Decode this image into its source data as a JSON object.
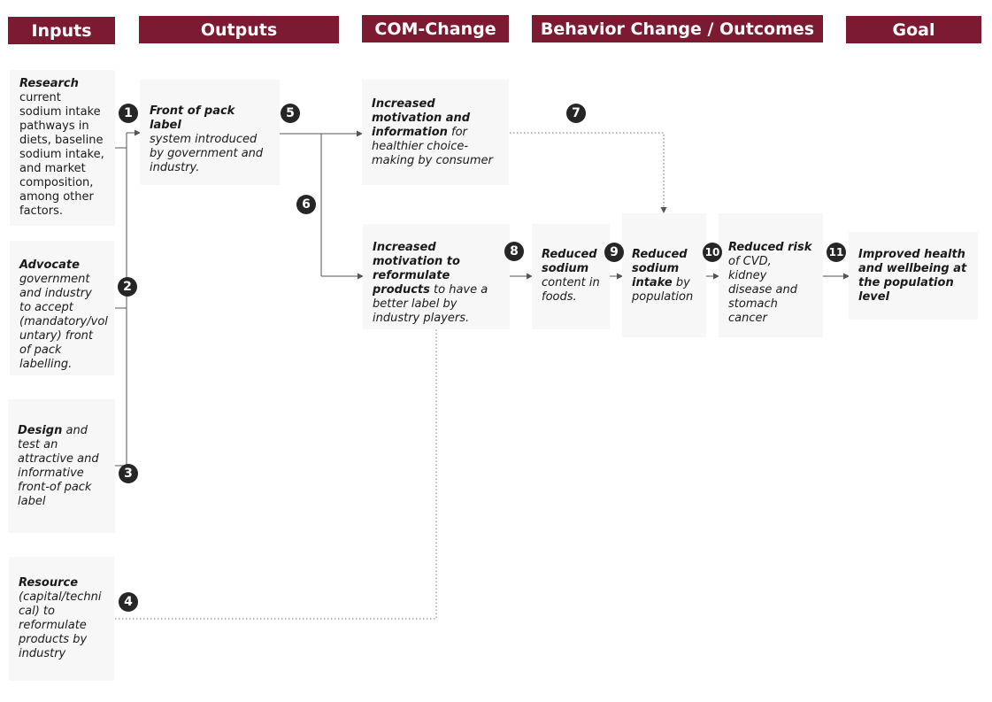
{
  "headers": {
    "inputs": "Inputs",
    "outputs": "Outputs",
    "com_change": "COM-Change",
    "behavior": "Behavior Change / Outcomes",
    "goal": "Goal"
  },
  "boxes": {
    "research": {
      "b": "Research",
      "r": "current sodium intake pathways in diets, baseline sodium intake, and market composition, among other factors."
    },
    "advocate": {
      "b": "Advocate",
      "i": "government and industry to accept (mandatory/vol untary) front of pack labelling."
    },
    "design": {
      "b": "Design",
      "i": "and test an attractive and informative front-of pack label"
    },
    "resource": {
      "b": "Resource",
      "i": "(capital/techni cal) to reformulate products by industry"
    },
    "front_label": {
      "b": "Front of pack label",
      "i": "system introduced by government and industry."
    },
    "motivation_info": {
      "b": "Increased motivation and information",
      "i": "for healthier choice-making by consumer"
    },
    "motivation_reform": {
      "b": "Increased motivation to reformulate products",
      "i": "to have a better label by industry players."
    },
    "reduced_content": {
      "b": "Reduced sodium",
      "i": "content in foods."
    },
    "reduced_intake": {
      "b": "Reduced sodium intake",
      "i": "by population"
    },
    "reduced_risk": {
      "b": "Reduced risk",
      "i": "of CVD, kidney disease and stomach cancer"
    },
    "goal": {
      "b": "Improved health and wellbeing at the population level"
    }
  },
  "badges": [
    "1",
    "2",
    "3",
    "4",
    "5",
    "6",
    "7",
    "8",
    "9",
    "10",
    "11"
  ],
  "colors": {
    "header_bg": "#7c1a32",
    "box_bg": "#f7f7f7",
    "badge_bg": "#262626",
    "line": "#555555"
  }
}
